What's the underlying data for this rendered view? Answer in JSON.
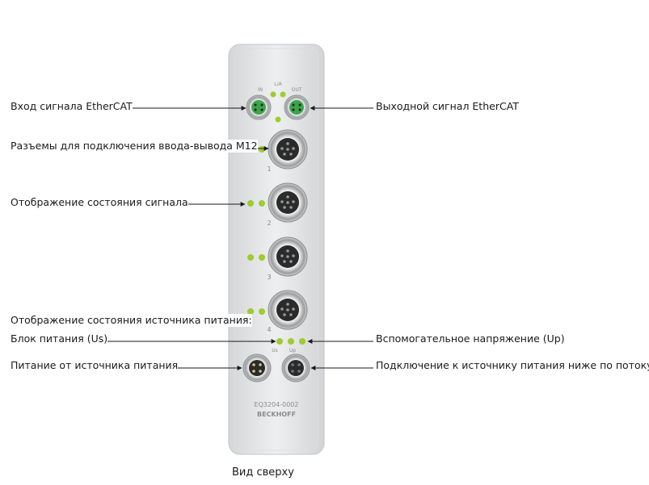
{
  "labels": {
    "ethercat_in": "Вход сигнала EtherCAT",
    "ethercat_out": "Выходной сигнал EtherCAT",
    "m12_connectors": "Разъемы для подключения ввода-вывода M12",
    "signal_status": "Отображение состояния сигнала",
    "power_status": "Отображение состояния источника питания:",
    "power_us": "Блок питания (Us)",
    "aux_voltage": "Вспомогательное напряжение (Up)",
    "power_feed": "Питание от источника питания",
    "downstream": "Подключение к источнику питания ниже по потоку"
  },
  "device": {
    "in_mark": "IN",
    "la_mark": "L/A",
    "out_mark": "OUT",
    "port_numbers": [
      "1",
      "2",
      "3",
      "4"
    ],
    "us_mark": "Us",
    "up_mark": "Up",
    "model": "EQ3204-0002",
    "brand": "BECKHOFF"
  },
  "caption": "Вид сверху",
  "colors": {
    "led": "#9ccc2f",
    "ethercat_green": "#3aa64a",
    "housing": "#e6e7e8"
  }
}
